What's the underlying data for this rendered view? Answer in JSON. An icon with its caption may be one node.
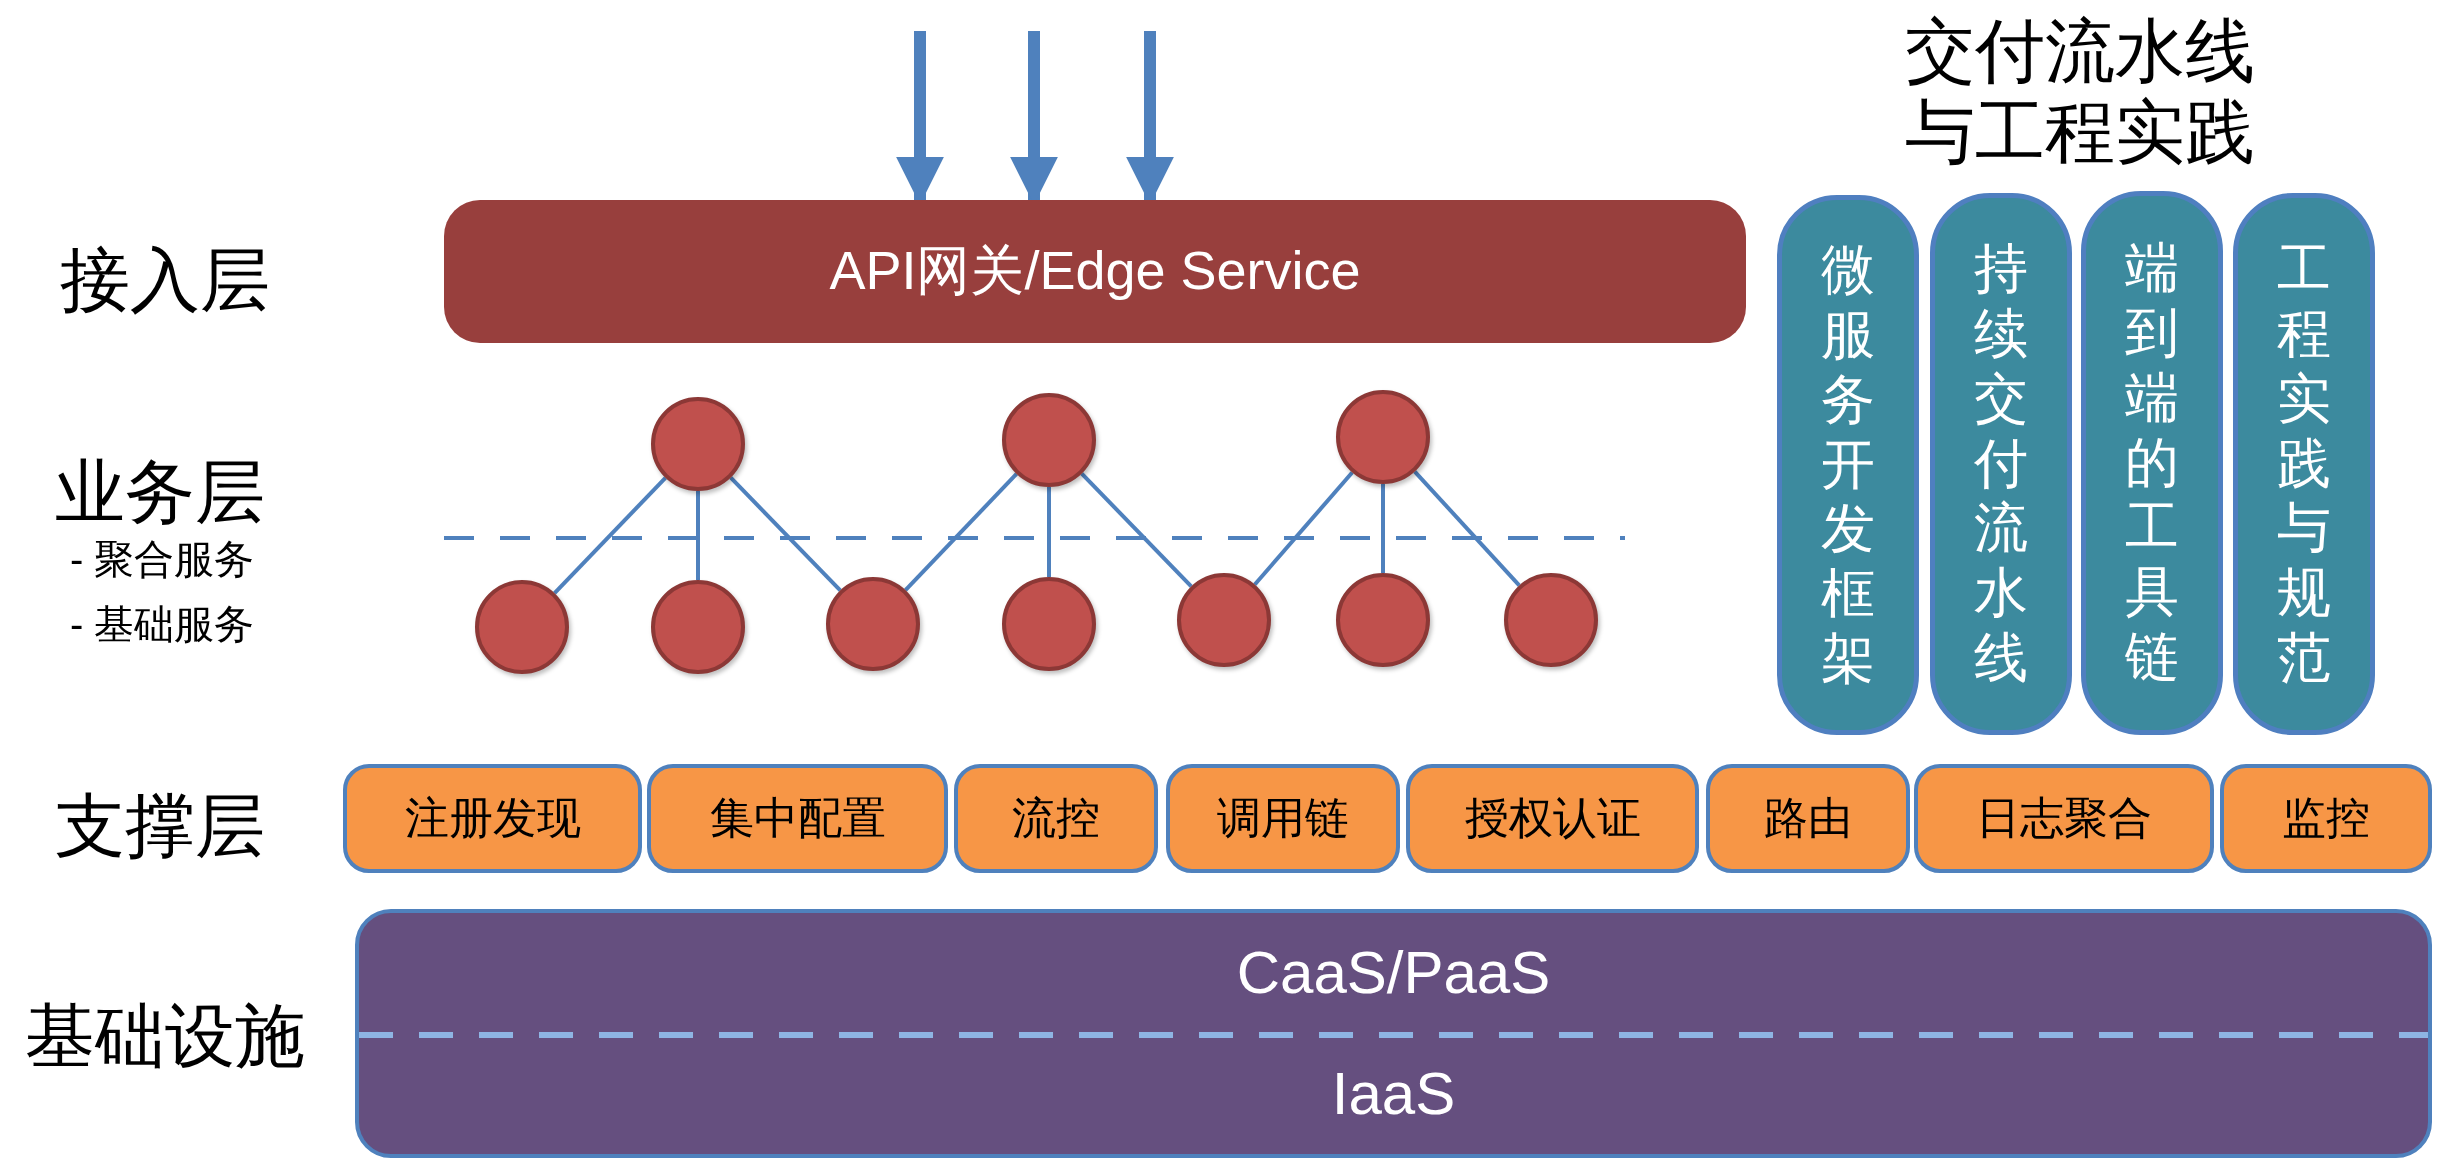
{
  "diagram": {
    "nodes": [
      {
        "text": [
          "API网关/Edge Service"
        ]
      },
      {
        "text": [],
        "shape": "circle"
      },
      {
        "text": [],
        "shape": "circle"
      },
      {
        "text": [],
        "shape": "circle"
      },
      {
        "text": [],
        "shape": "circle"
      },
      {
        "text": [],
        "shape": "circle"
      },
      {
        "text": [],
        "shape": "circle"
      },
      {
        "text": [],
        "shape": "circle"
      },
      {
        "text": [],
        "shape": "circle"
      },
      {
        "text": [],
        "shape": "circle"
      },
      {
        "text": [],
        "shape": "circle"
      },
      {
        "text": [
          "微服务开发框架"
        ]
      },
      {
        "text": [
          "持续交付流水线"
        ]
      },
      {
        "text": [
          "端到端的工具链"
        ]
      },
      {
        "text": [
          "工程实践与规范"
        ]
      },
      {
        "text": [
          "注册发现"
        ]
      },
      {
        "text": [
          "集中配置"
        ]
      },
      {
        "text": [
          "流控"
        ]
      },
      {
        "text": [
          "调用链"
        ]
      },
      {
        "text": [
          "授权认证"
        ]
      },
      {
        "text": [
          "路由"
        ]
      },
      {
        "text": [
          "日志聚合"
        ]
      },
      {
        "text": [
          "监控"
        ]
      },
      {
        "text": [
          "CaaS/PaaS",
          "IaaS"
        ]
      }
    ],
    "edges": [
      {
        "from": null,
        "to": 0,
        "arrow": "to",
        "style": "thick"
      },
      {
        "from": null,
        "to": 0,
        "arrow": "to",
        "style": "thick"
      },
      {
        "from": null,
        "to": 0,
        "arrow": "to",
        "style": "thick"
      },
      {
        "from": 1,
        "to": 4,
        "arrow": "none"
      },
      {
        "from": 1,
        "to": 5,
        "arrow": "none"
      },
      {
        "from": 1,
        "to": 6,
        "arrow": "none"
      },
      {
        "from": 2,
        "to": 6,
        "arrow": "none"
      },
      {
        "from": 2,
        "to": 7,
        "arrow": "none"
      },
      {
        "from": 2,
        "to": 8,
        "arrow": "none"
      },
      {
        "from": 3,
        "to": 8,
        "arrow": "none"
      },
      {
        "from": 3,
        "to": 9,
        "arrow": "none"
      },
      {
        "from": 3,
        "to": 10,
        "arrow": "none"
      }
    ],
    "labels": [
      "交付流水线与工程实践",
      "接入层",
      "业务层",
      "- 聚合服务",
      "- 基础服务",
      "支撑层",
      "基础设施"
    ]
  }
}
